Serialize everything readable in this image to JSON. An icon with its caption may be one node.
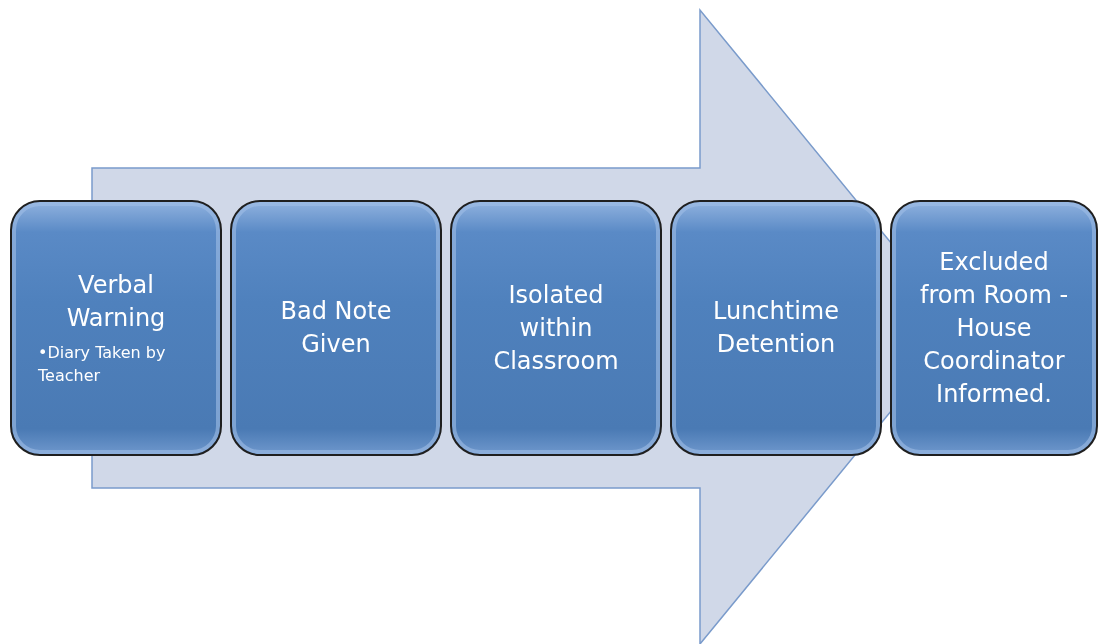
{
  "diagram": {
    "nodes": [
      {
        "text": [
          "Verbal Warning",
          "•Diary Taken by Teacher"
        ]
      },
      {
        "text": [
          "Bad Note Given"
        ]
      },
      {
        "text": [
          "Isolated within Classroom"
        ]
      },
      {
        "text": [
          "Lunchtime Detention"
        ]
      },
      {
        "text": [
          "Excluded from Room - House Coordinator Informed."
        ]
      }
    ],
    "edges": [
      {
        "from": 0,
        "to": 4,
        "arrow": "to"
      }
    ]
  }
}
